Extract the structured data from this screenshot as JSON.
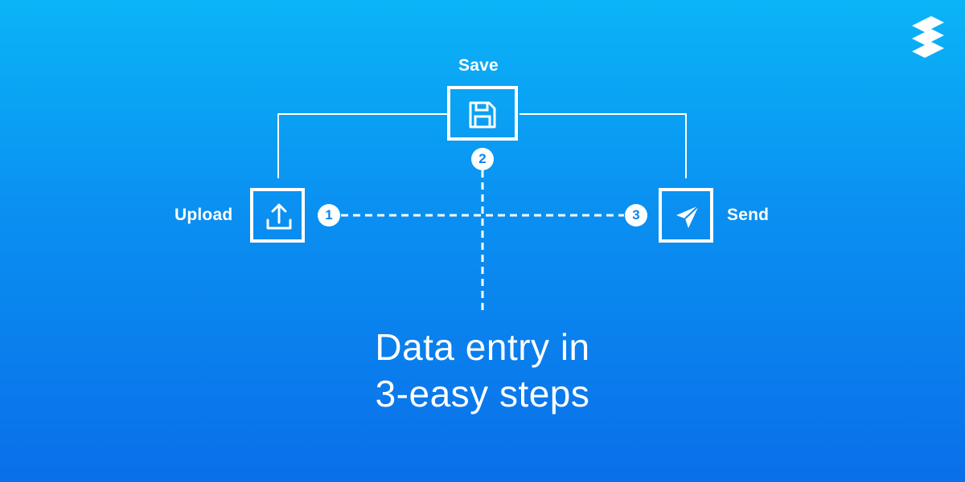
{
  "steps": [
    {
      "number": "1",
      "label": "Upload",
      "icon": "upload-icon"
    },
    {
      "number": "2",
      "label": "Save",
      "icon": "floppy-disk-icon"
    },
    {
      "number": "3",
      "label": "Send",
      "icon": "paper-plane-icon"
    }
  ],
  "headline": {
    "line1": "Data entry in",
    "line2": "3-easy steps"
  },
  "colors": {
    "background_top": "#0bb4f7",
    "background_bottom": "#0a6fe9",
    "foreground": "#ffffff",
    "badge_text": "#0a86ee"
  },
  "logo": {
    "icon": "stacked-s-logo-icon"
  }
}
